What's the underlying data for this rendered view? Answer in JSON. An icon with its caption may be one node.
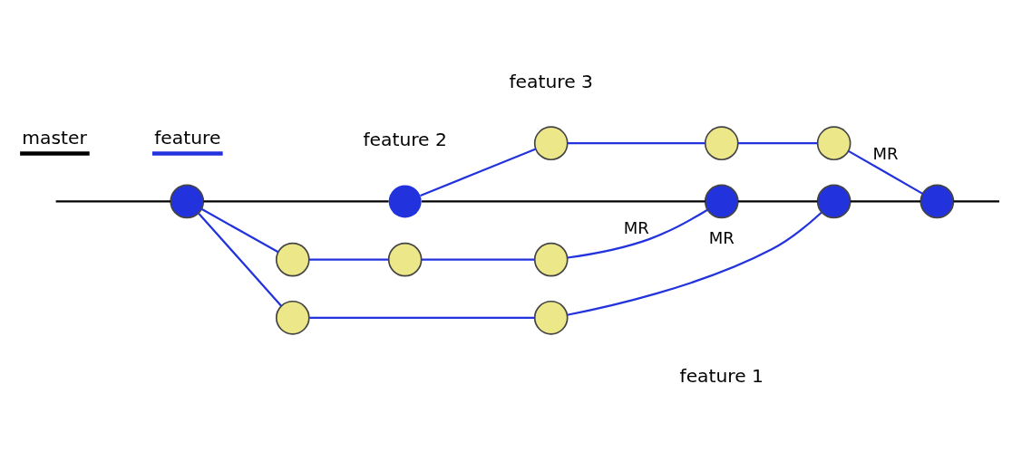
{
  "diagram": {
    "nodes": [
      {
        "text": [],
        "shape": "circle"
      },
      {
        "text": [],
        "shape": "circle"
      },
      {
        "text": [],
        "shape": "circle"
      },
      {
        "text": [],
        "shape": "circle"
      },
      {
        "text": [],
        "shape": "circle"
      },
      {
        "text": [],
        "shape": "circle"
      },
      {
        "text": [],
        "shape": "circle"
      },
      {
        "text": [],
        "shape": "circle"
      },
      {
        "text": [],
        "shape": "circle"
      },
      {
        "text": [],
        "shape": "circle"
      },
      {
        "text": [],
        "shape": "circle"
      },
      {
        "text": [],
        "shape": "circle"
      },
      {
        "text": [],
        "shape": "circle"
      }
    ],
    "edges": [
      {
        "from": null,
        "to": 0,
        "arrow": "none",
        "color": "#000000"
      },
      {
        "from": 0,
        "to": 3,
        "arrow": "none",
        "color": "#000000"
      },
      {
        "from": 3,
        "to": 9,
        "arrow": "none",
        "color": "#000000"
      },
      {
        "from": 9,
        "to": 10,
        "arrow": "none",
        "color": "#000000"
      },
      {
        "from": 10,
        "to": 12,
        "arrow": "none",
        "color": "#000000"
      },
      {
        "from": 12,
        "to": null,
        "arrow": "none",
        "color": "#000000"
      },
      {
        "from": 3,
        "to": 5,
        "arrow": "none"
      },
      {
        "from": 5,
        "to": 8,
        "arrow": "none"
      },
      {
        "from": 8,
        "to": 11,
        "arrow": "none"
      },
      {
        "from": 11,
        "to": 12,
        "arrow": "none",
        "label": "MR"
      },
      {
        "from": 0,
        "to": 1,
        "arrow": "none"
      },
      {
        "from": 1,
        "to": 4,
        "arrow": "none"
      },
      {
        "from": 4,
        "to": 6,
        "arrow": "none"
      },
      {
        "from": 6,
        "to": 9,
        "arrow": "none",
        "label": "MR"
      },
      {
        "from": 0,
        "to": 2,
        "arrow": "none"
      },
      {
        "from": 2,
        "to": 7,
        "arrow": "none"
      },
      {
        "from": 7,
        "to": 10,
        "arrow": "none",
        "label": "MR"
      }
    ],
    "labels": [
      "feature 1",
      "feature 2",
      "feature 3"
    ],
    "legend": [
      {
        "text": "master"
      },
      {
        "text": "feature"
      }
    ]
  }
}
